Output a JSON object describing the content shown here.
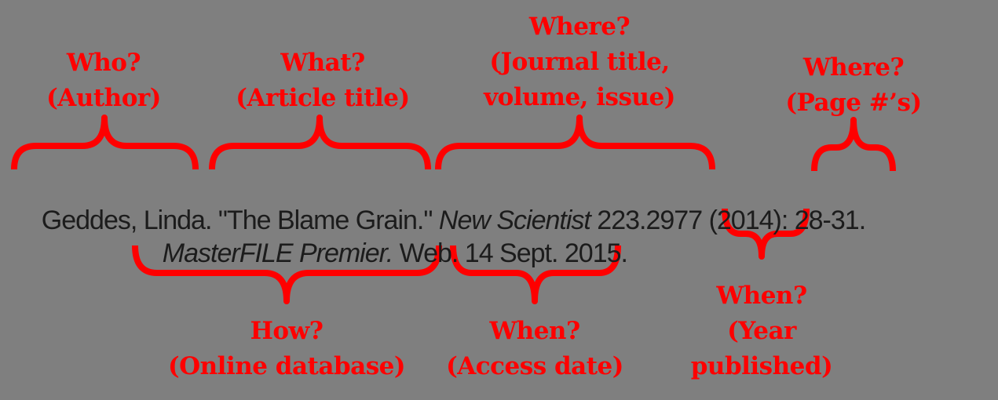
{
  "colors": {
    "background": "#7f7f7f",
    "accent_red": "#fe0000",
    "citation_text": "#1c1c1c"
  },
  "labels": {
    "author": {
      "lines": [
        "Who?",
        "(Author)"
      ]
    },
    "article_title": {
      "lines": [
        "What?",
        "(Article title)"
      ]
    },
    "journal": {
      "lines": [
        "Where?",
        "(Journal title,",
        "volume, issue)"
      ]
    },
    "pages": {
      "lines": [
        "Where?",
        "(Page #’s)"
      ]
    },
    "database": {
      "lines": [
        "How?",
        "(Online database)"
      ]
    },
    "access_date": {
      "lines": [
        "When?",
        "(Access date)"
      ]
    },
    "year_published": {
      "lines": [
        "When?",
        "(Year",
        "published)"
      ]
    }
  },
  "citation": {
    "line1": {
      "seg1": "Geddes, Linda. \"The Blame Grain.\" ",
      "seg2_italic": "New Scientist",
      "seg3": " 223.2977 (2014): 28-31."
    },
    "line2": {
      "seg1_italic": "MasterFILE Premier.",
      "seg2": " Web. 14 Sept. 2015."
    }
  }
}
